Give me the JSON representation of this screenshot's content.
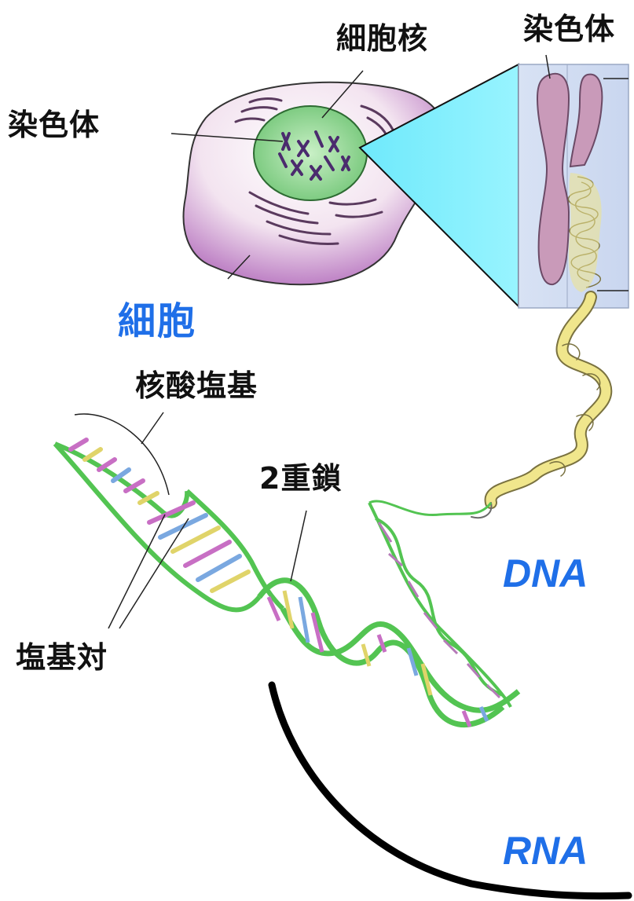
{
  "labels": {
    "nucleus": "細胞核",
    "chromosome_top": "染色体",
    "chromosome_left": "染色体",
    "cell": "細胞",
    "nucleotide": "核酸塩基",
    "double_strand": "2重鎖",
    "base_pair": "塩基対",
    "dna": "DNA",
    "rna": "RNA"
  },
  "colors": {
    "cell_membrane": "#c48ac8",
    "nucleus": "#8fd494",
    "chromosome": "#c99ab9",
    "zoom_cone": "#8ff0ff",
    "dna_backbone": "#53c452",
    "chromatin_fiber": "#f0e68c",
    "label_blue": "#1f6fe8"
  }
}
